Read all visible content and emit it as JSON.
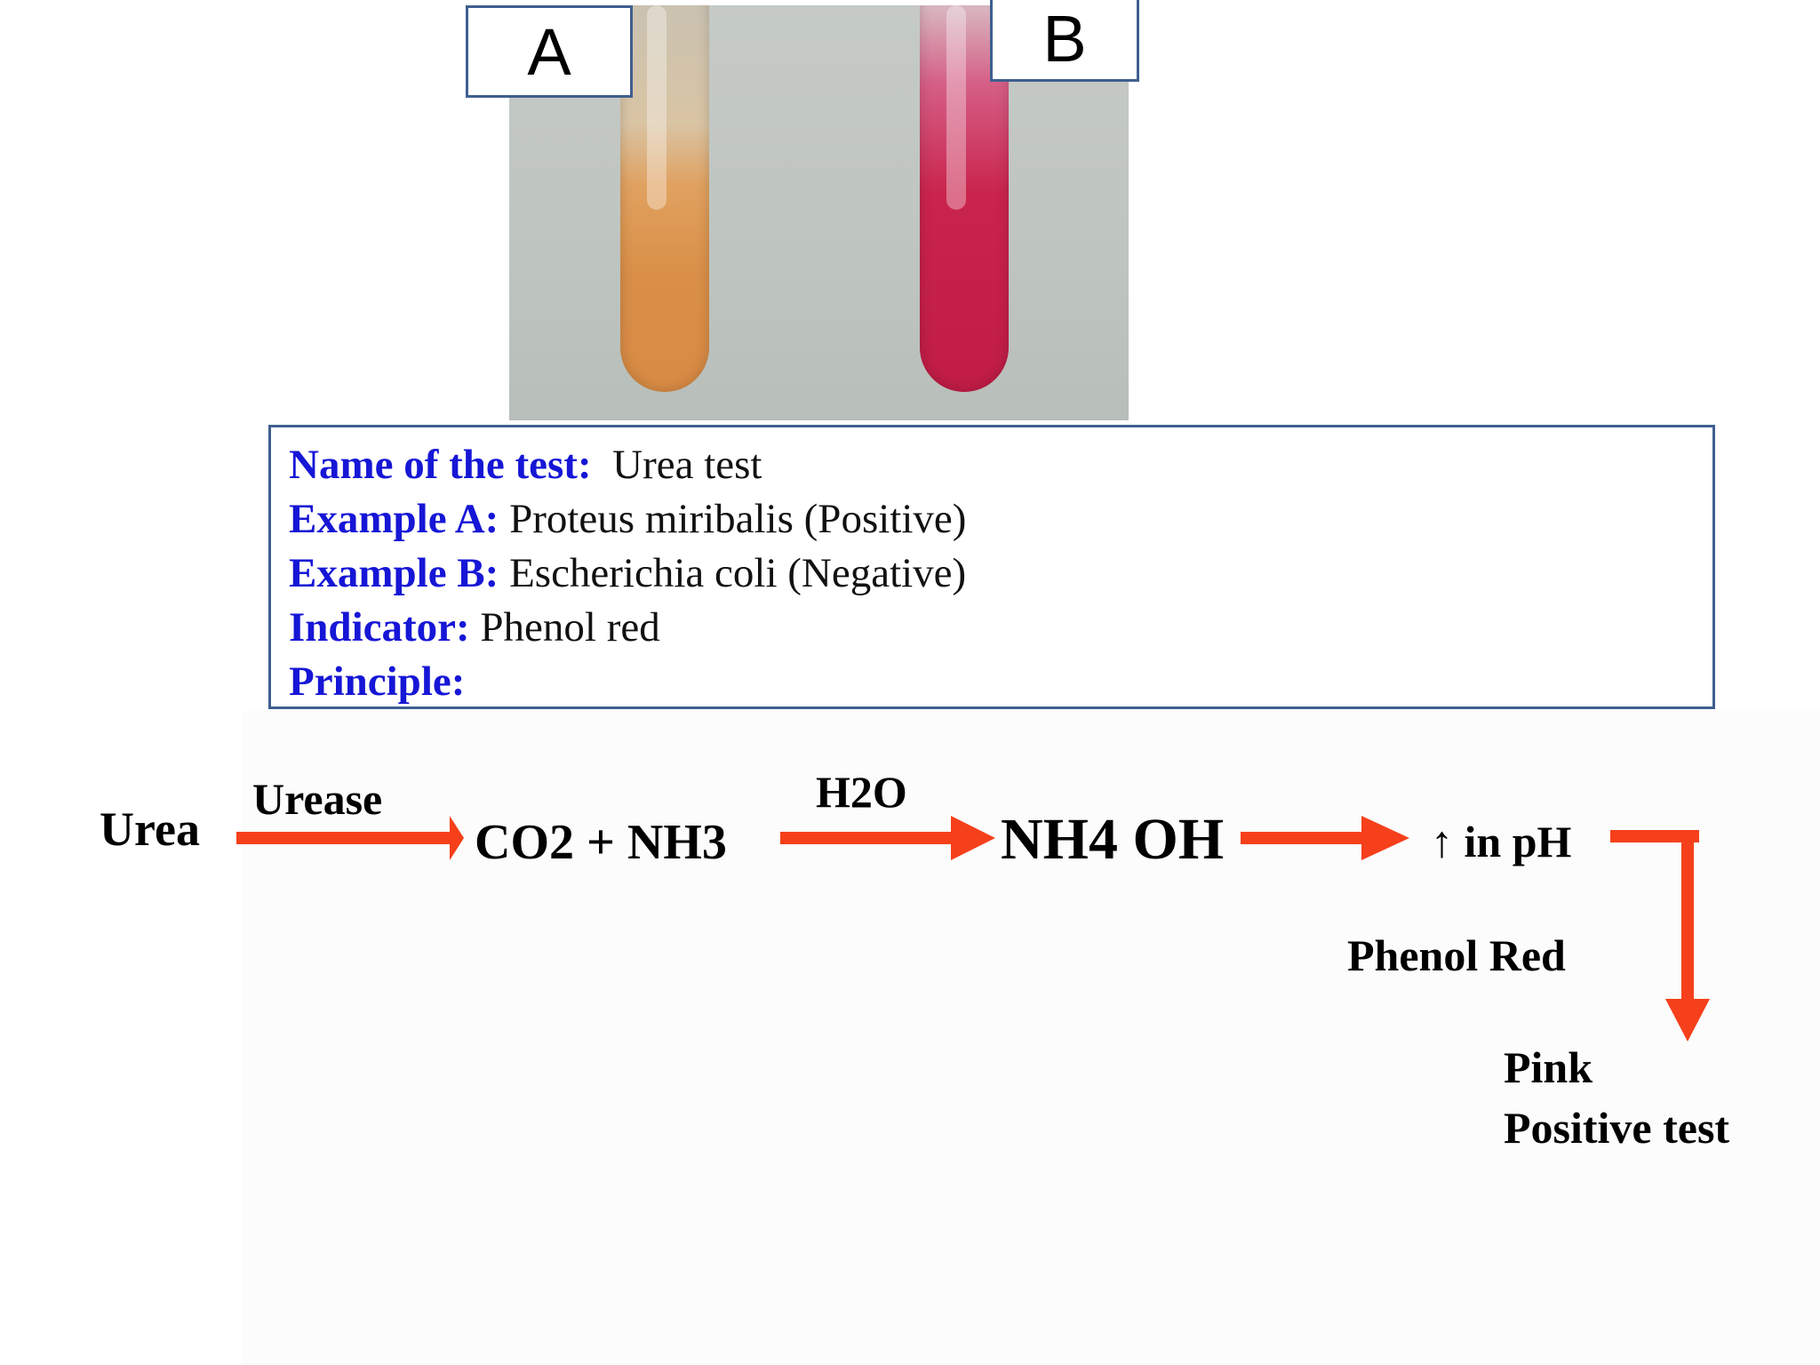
{
  "photo": {
    "label_a": "A",
    "label_b": "B",
    "colors": {
      "tube_a": "#d98f48",
      "tube_b": "#c01c45"
    }
  },
  "info": {
    "name_key": "Name of the test:",
    "name_val": "Urea test",
    "example_a_key": "Example A:",
    "example_a_val": "Proteus miribalis (Positive)",
    "example_b_key": "Example B:",
    "example_b_val": "Escherichia coli (Negative)",
    "indicator_key": "Indicator:",
    "indicator_val": "Phenol red",
    "principle_key": "Principle:"
  },
  "flow": {
    "urea": "Urea",
    "urease": "Urease",
    "co2_nh3": "CO2 + NH3",
    "h2o": "H2O",
    "nh4oh": "NH4 OH",
    "ph": "↑ in pH",
    "phenol_red": "Phenol Red",
    "pink": "Pink",
    "positive": "Positive test",
    "arrow_color": "#f5401b"
  }
}
